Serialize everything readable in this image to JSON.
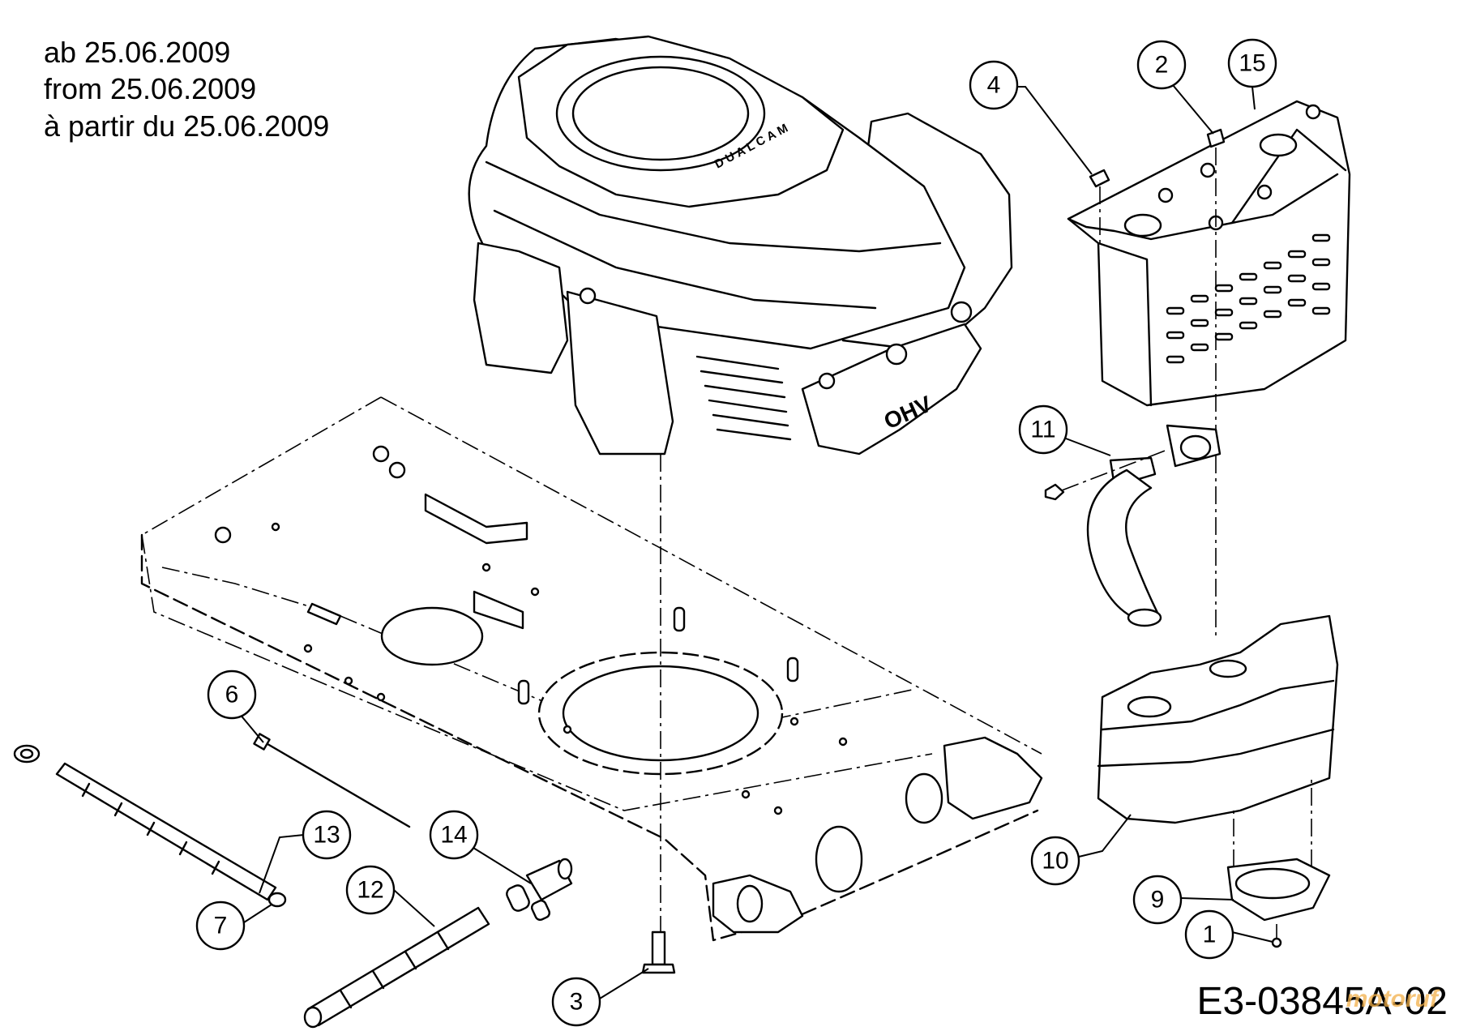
{
  "date_lines": [
    "ab 25.06.2009",
    "from 25.06.2009",
    "à partir du 25.06.2009"
  ],
  "engine_labels": {
    "shroud_brand": "DUALCAM",
    "valve_type": "OHV"
  },
  "drawing_code": "E3-03845A-02",
  "watermark": "motoruf",
  "callouts": [
    {
      "num": "1"
    },
    {
      "num": "2"
    },
    {
      "num": "3"
    },
    {
      "num": "4"
    },
    {
      "num": "6"
    },
    {
      "num": "7"
    },
    {
      "num": "9"
    },
    {
      "num": "10"
    },
    {
      "num": "11"
    },
    {
      "num": "12"
    },
    {
      "num": "13"
    },
    {
      "num": "14"
    },
    {
      "num": "15"
    }
  ],
  "colors": {
    "line": "#000000",
    "background": "#ffffff",
    "watermark": "#f2b04a"
  }
}
